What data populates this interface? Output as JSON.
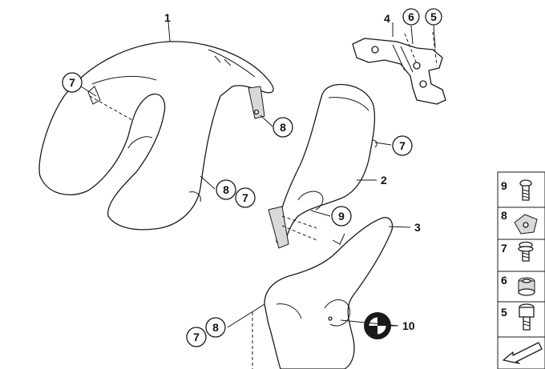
{
  "diagram": {
    "callouts": {
      "c1": "1",
      "c2": "2",
      "c3": "3",
      "c4": "4",
      "c5a": "5",
      "c6a": "6",
      "c7a": "7",
      "c7b": "7",
      "c7c": "7",
      "c7d": "7",
      "c8a": "8",
      "c8b": "8",
      "c8c": "8",
      "c9a": "9",
      "c10": "10"
    },
    "legend": {
      "row9": "9",
      "row8": "8",
      "row7": "7",
      "row6": "6",
      "row5": "5"
    },
    "icons": {
      "logo": "roundel-emblem-icon",
      "nav": "arrow-icon"
    }
  }
}
